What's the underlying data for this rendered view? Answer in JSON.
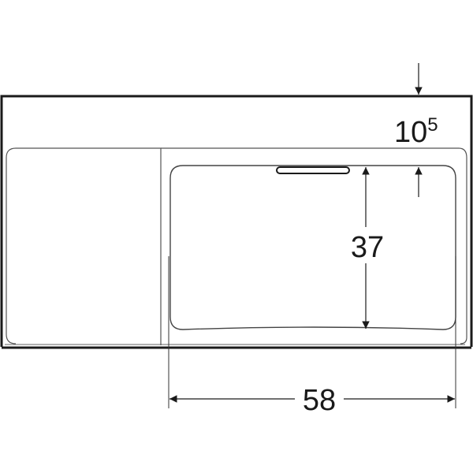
{
  "drawing": {
    "type": "washbasin-top-view-dimension-drawing",
    "dimensions": {
      "rim_depth": {
        "base": "10",
        "superscript": "5"
      },
      "basin_depth": "37",
      "basin_width": "58"
    },
    "colors": {
      "outline": "#1a1a1a",
      "thin_line": "#555555",
      "background": "#ffffff"
    }
  }
}
